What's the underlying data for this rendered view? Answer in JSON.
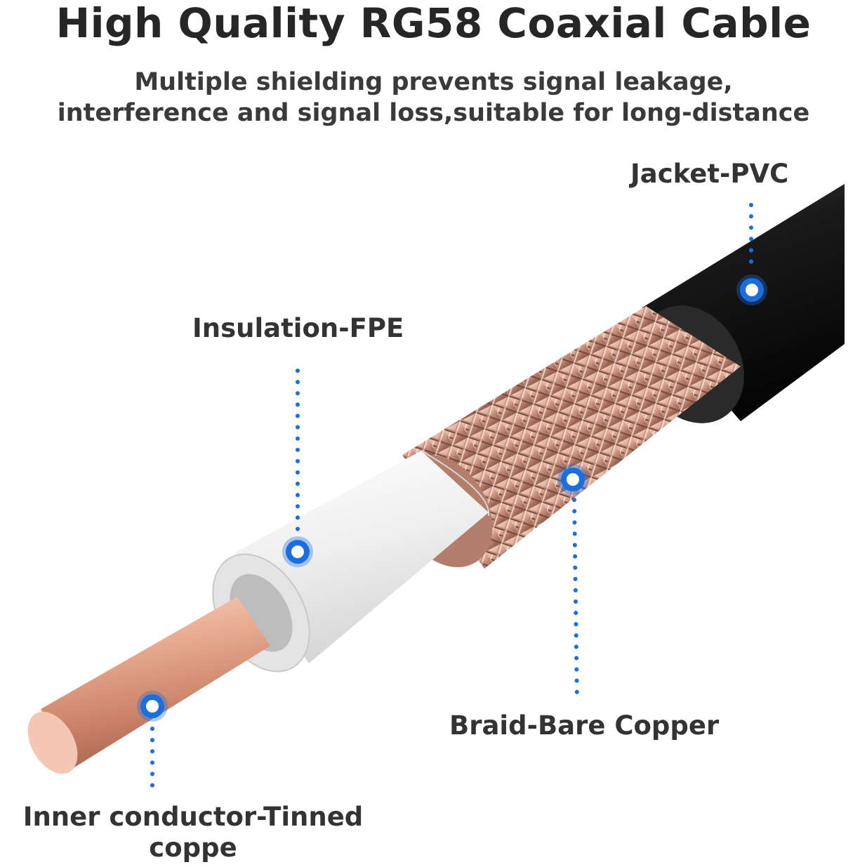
{
  "header": {
    "title": "High Quality RG58 Coaxial Cable",
    "subtitle_line1": "Multiple shielding prevents signal leakage,",
    "subtitle_line2": "interference and signal loss,suitable for long-distance"
  },
  "layers": {
    "jacket": "Jacket-PVC",
    "insulation": "Insulation-FPE",
    "braid": "Braid-Bare Copper",
    "inner_line1": "Inner conductor-Tinned",
    "inner_line2": "coppe"
  },
  "colors": {
    "marker_blue": "#1a6fe0",
    "jacket": "#151515",
    "insulation": "#f2f2f2",
    "copper": "#e6a98e",
    "text": "#333333"
  },
  "icons": [
    "marker-ring-icon"
  ]
}
